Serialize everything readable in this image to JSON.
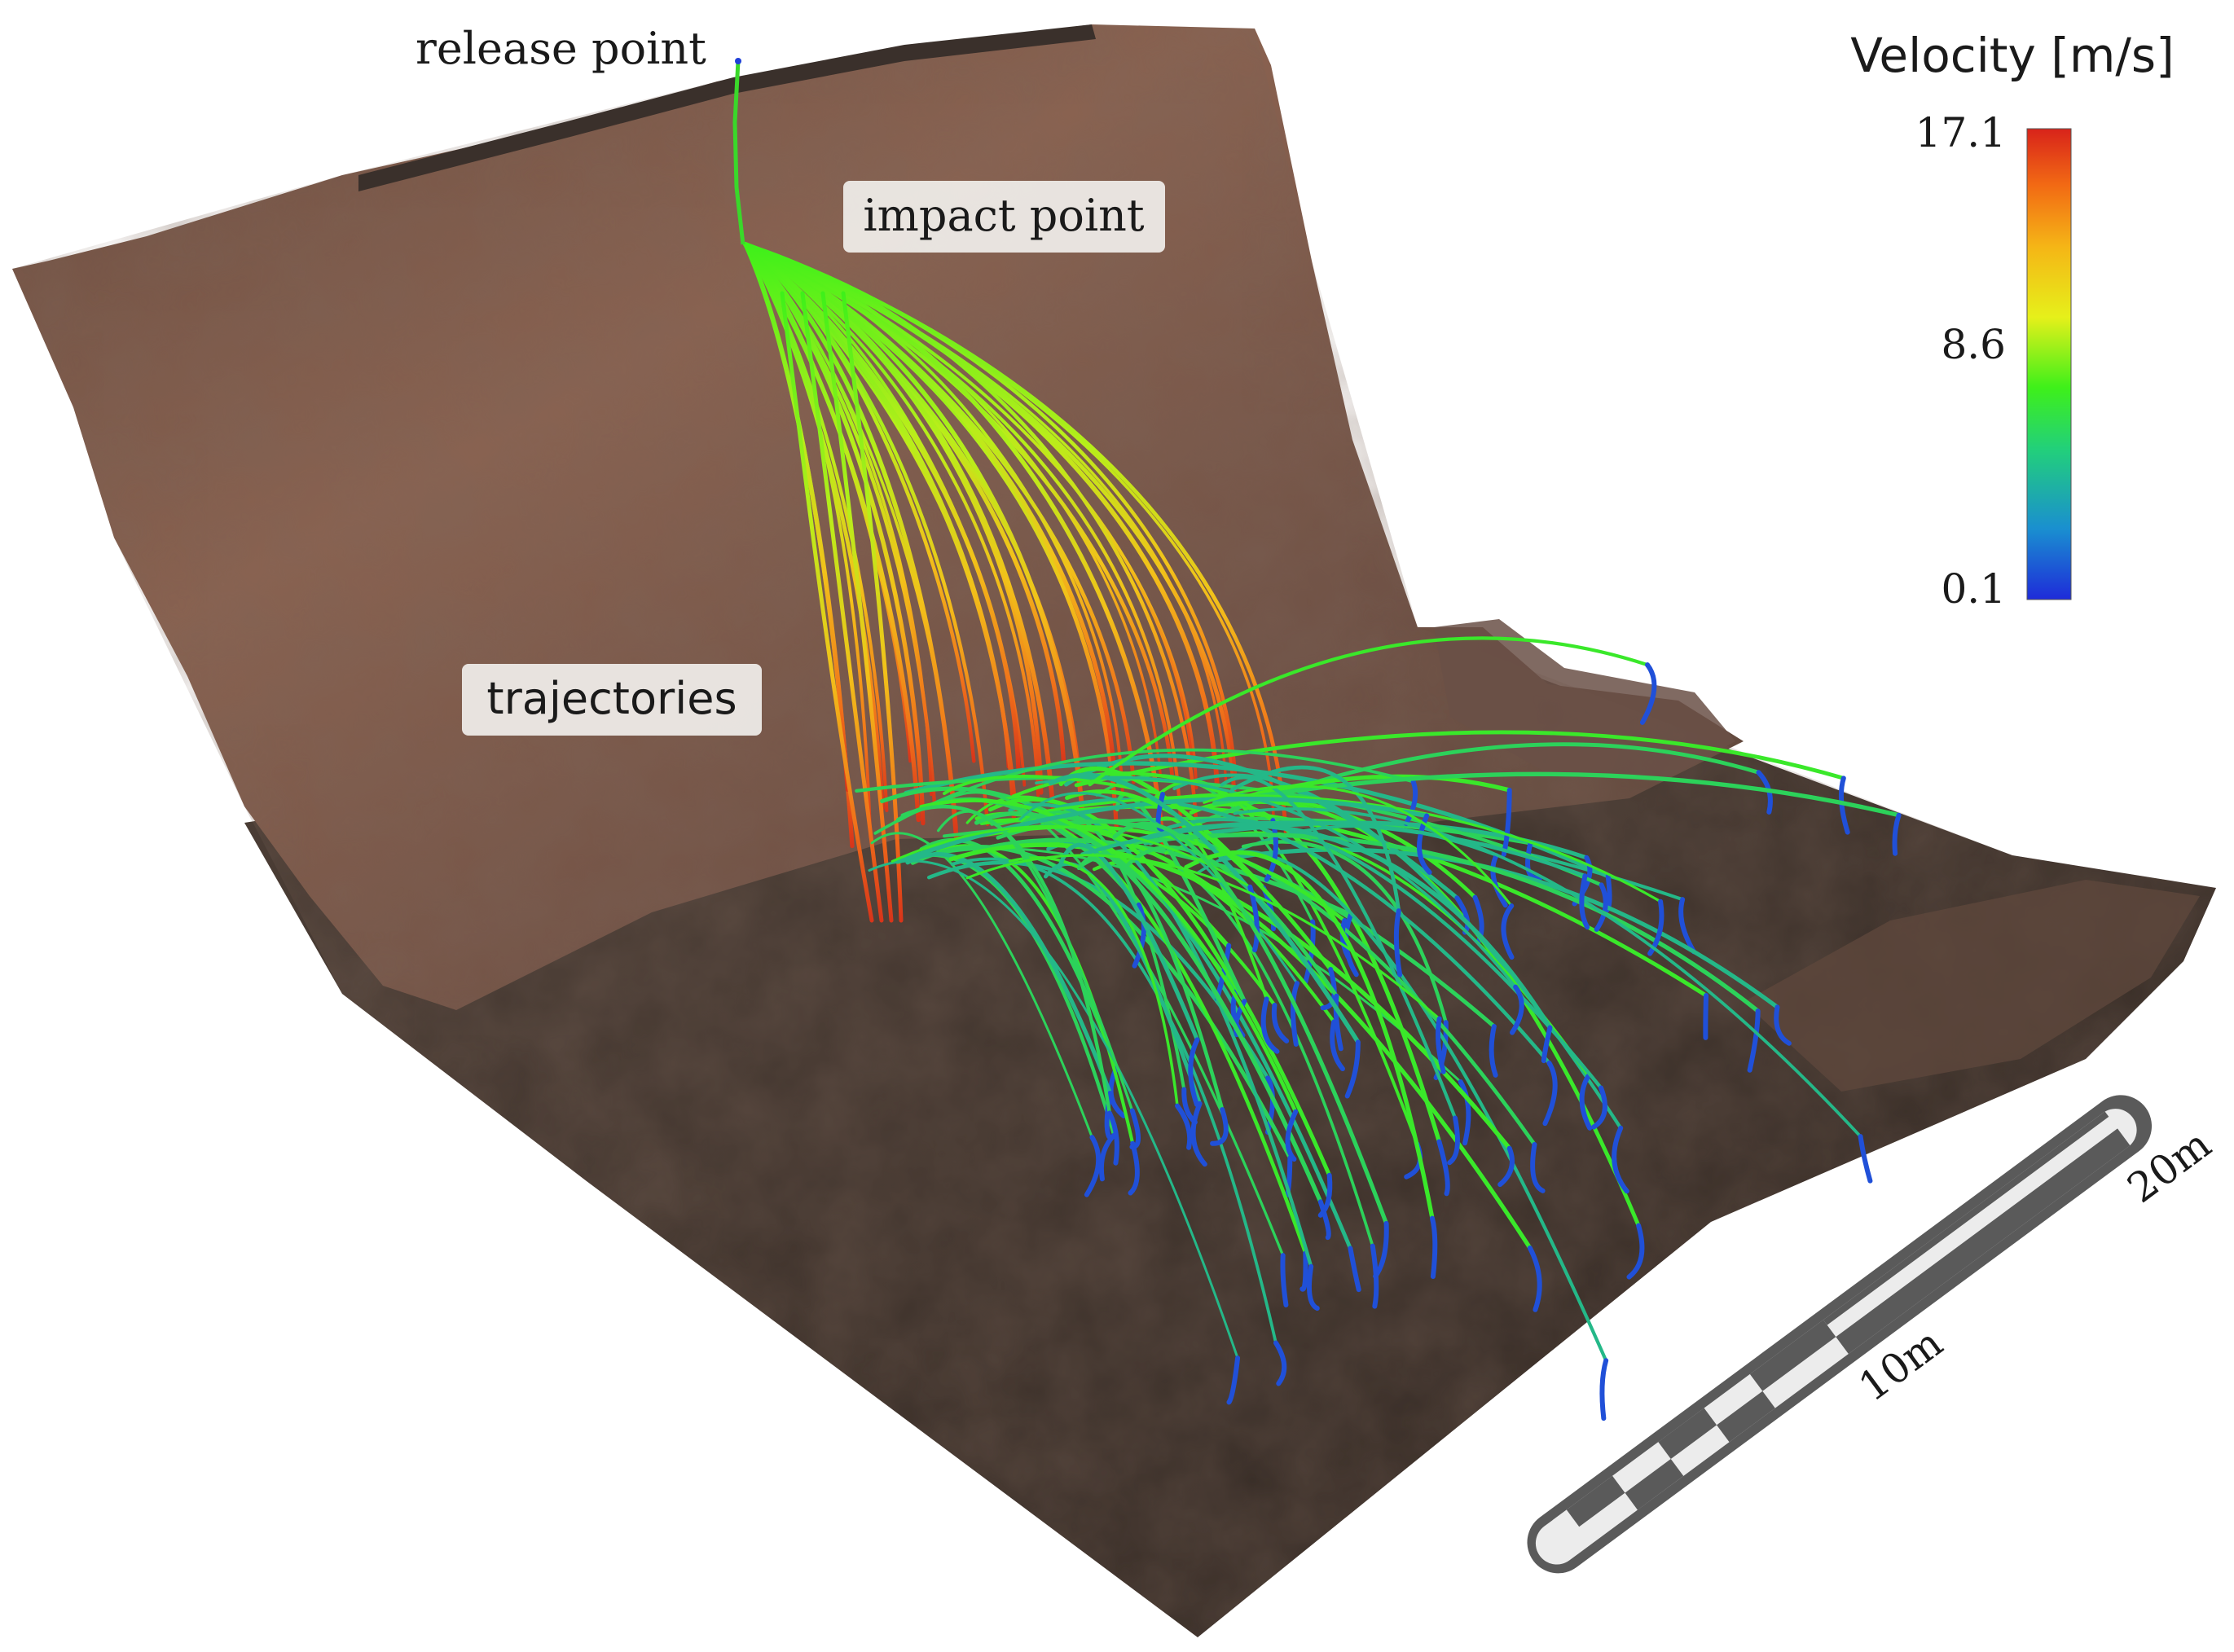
{
  "labels": {
    "release_point": "release point",
    "impact_point": "impact point",
    "trajectories": "trajectories"
  },
  "colorbar": {
    "title": "Velocity [m/s]",
    "max_label": "17.1",
    "mid_label": "8.6",
    "min_label": "0.1",
    "max_value": 17.1,
    "mid_value": 8.6,
    "min_value": 0.1,
    "colors": [
      "#1e2bd9",
      "#1a8fd0",
      "#22d07a",
      "#3ef01a",
      "#e6f01a",
      "#f5b516",
      "#f26a14",
      "#d8231a"
    ]
  },
  "scale_bar": {
    "label_10": "10m",
    "label_20": "20m",
    "dark_color": "#5a5a5a",
    "light_color": "#e6e6e6"
  },
  "colors": {
    "rock_face": "#7a5646",
    "rock_dark": "#4e3a30",
    "ground": "#4a3d36",
    "ground_dark": "#2f2621"
  }
}
